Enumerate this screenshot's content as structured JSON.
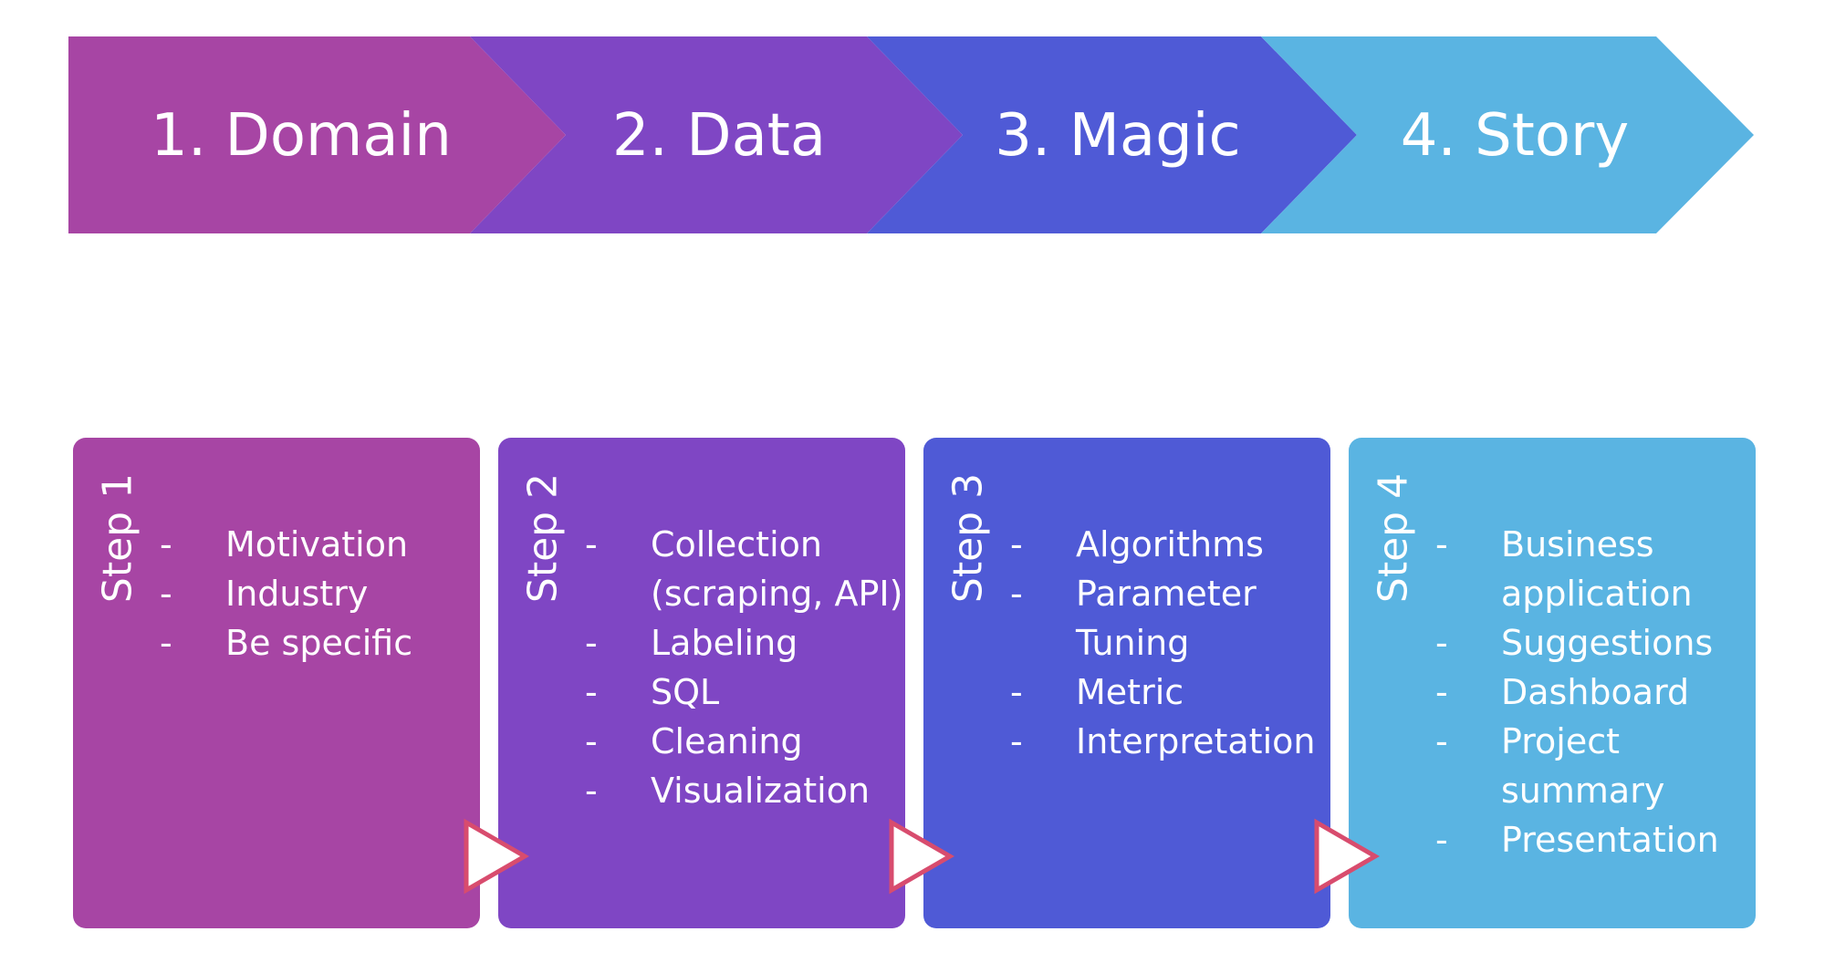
{
  "colors": {
    "domain": "#A745A4",
    "data": "#7F46C4",
    "magic": "#4F5AD6",
    "story": "#5AB4E2",
    "arrow_border": "#D84C6E"
  },
  "chevrons": [
    {
      "label": "1. Domain"
    },
    {
      "label": "2. Data"
    },
    {
      "label": "3. Magic"
    },
    {
      "label": "4. Story"
    }
  ],
  "cards": [
    {
      "step": "Step 1",
      "items": [
        "Motivation",
        "Industry",
        "Be specific"
      ]
    },
    {
      "step": "Step 2",
      "items": [
        "Collection",
        "(scraping, API)",
        "Labeling",
        "SQL",
        "Cleaning",
        "Visualization"
      ]
    },
    {
      "step": "Step 3",
      "items": [
        "Algorithms",
        "Parameter",
        "Tuning",
        "Metric",
        "Interpretation"
      ]
    },
    {
      "step": "Step 4",
      "items": [
        "Business",
        "application",
        "Suggestions",
        "Dashboard",
        "Project",
        "summary",
        "Presentation"
      ]
    }
  ]
}
